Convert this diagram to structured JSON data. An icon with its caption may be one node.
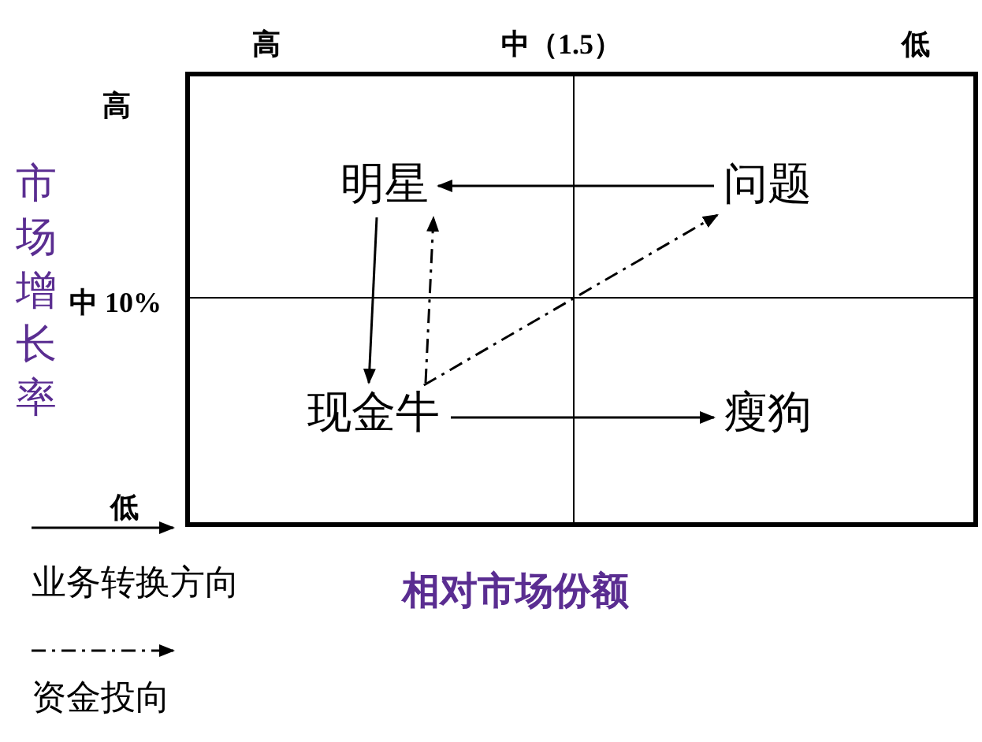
{
  "diagram": {
    "nodes": [
      {
        "text": [
          "明星"
        ]
      },
      {
        "text": [
          "问题"
        ]
      },
      {
        "text": [
          "现金牛"
        ]
      },
      {
        "text": [
          "瘦狗"
        ]
      }
    ],
    "edges": [
      {
        "from": 1,
        "to": 0,
        "arrow": "to"
      },
      {
        "from": 0,
        "to": 2,
        "arrow": "to"
      },
      {
        "from": 2,
        "to": 0,
        "arrow": "to",
        "style": "dashed"
      },
      {
        "from": 2,
        "to": 1,
        "arrow": "to",
        "style": "dashed"
      },
      {
        "from": 2,
        "to": 3,
        "arrow": "to"
      }
    ],
    "labels": [
      "高",
      "中（1.5）",
      "低",
      "高",
      "中 10%",
      "低",
      "市场增长率",
      "相对市场份额"
    ],
    "legend": [
      {
        "text": "业务转换方向"
      },
      {
        "text": "资金投向"
      }
    ]
  }
}
